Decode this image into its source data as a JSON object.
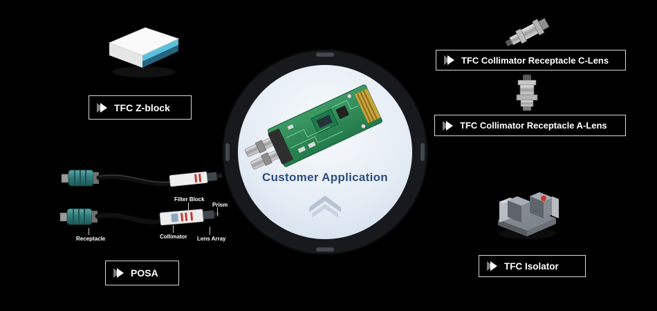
{
  "center": {
    "title": "Customer Application"
  },
  "products": {
    "zblock": {
      "label": "TFC Z-block"
    },
    "clens": {
      "label": "TFC Collimator Receptacle C-Lens"
    },
    "alens": {
      "label": "TFC Collimator Receptacle A-Lens"
    },
    "isolator": {
      "label": "TFC Isolator"
    },
    "posa": {
      "label": "POSA"
    }
  },
  "posa_annotations": {
    "filter_block": "Filter Block",
    "prism": "Prism",
    "receptacle": "Receptacle",
    "collimator": "Collimator",
    "lens_array": "Lens Array"
  },
  "colors": {
    "background": "#000000",
    "title_blue": "#2b4d80",
    "accent_teal": "#3fa9cc",
    "label_border": "#d9d9d9"
  }
}
